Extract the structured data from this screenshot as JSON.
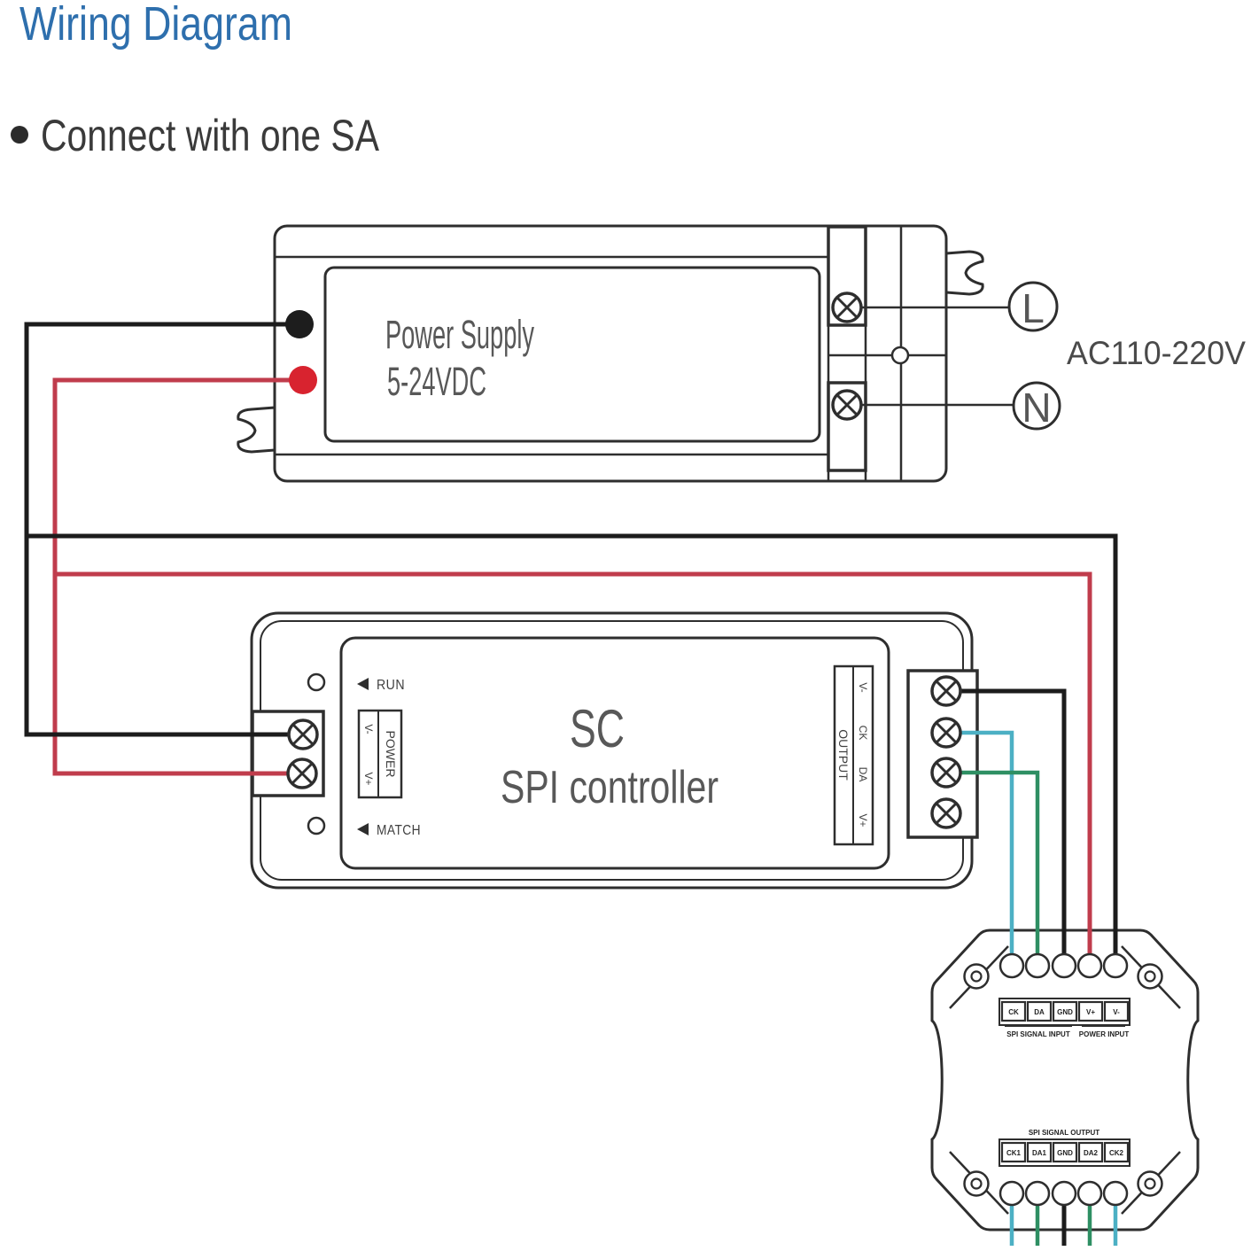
{
  "page": {
    "title": "Wiring Diagram",
    "bullet": "Connect with one SA"
  },
  "colors": {
    "title_blue": "#2e6fad",
    "outline": "#2e2e2e",
    "wire_black": "#1c1c1c",
    "wire_red": "#c03c4c",
    "wire_cyan": "#4cb0c4",
    "wire_green": "#2e8f63",
    "dot_black": "#1d1d1d",
    "dot_red": "#d8232f",
    "live_red": "#b8485c"
  },
  "power_supply": {
    "line1": "Power Supply",
    "line2": "5-24VDC",
    "ac_label": "AC110-220V",
    "live": "L",
    "neutral": "N"
  },
  "sc": {
    "model": "SC",
    "type": "SPI controller",
    "run": "RUN",
    "match": "MATCH",
    "power": "POWER",
    "power_pins": [
      "V-",
      "V+"
    ],
    "output": "OUTPUT",
    "output_pins": [
      "V-",
      "CK",
      "DA",
      "V+"
    ]
  },
  "sa": {
    "input_pins": [
      "CK",
      "DA",
      "GND",
      "V+",
      "V-"
    ],
    "input_groups": [
      "SPI SIGNAL INPUT",
      "POWER INPUT"
    ],
    "output_title": "SPI SIGNAL OUTPUT",
    "output_pins": [
      "CK1",
      "DA1",
      "GND",
      "DA2",
      "CK2"
    ]
  }
}
